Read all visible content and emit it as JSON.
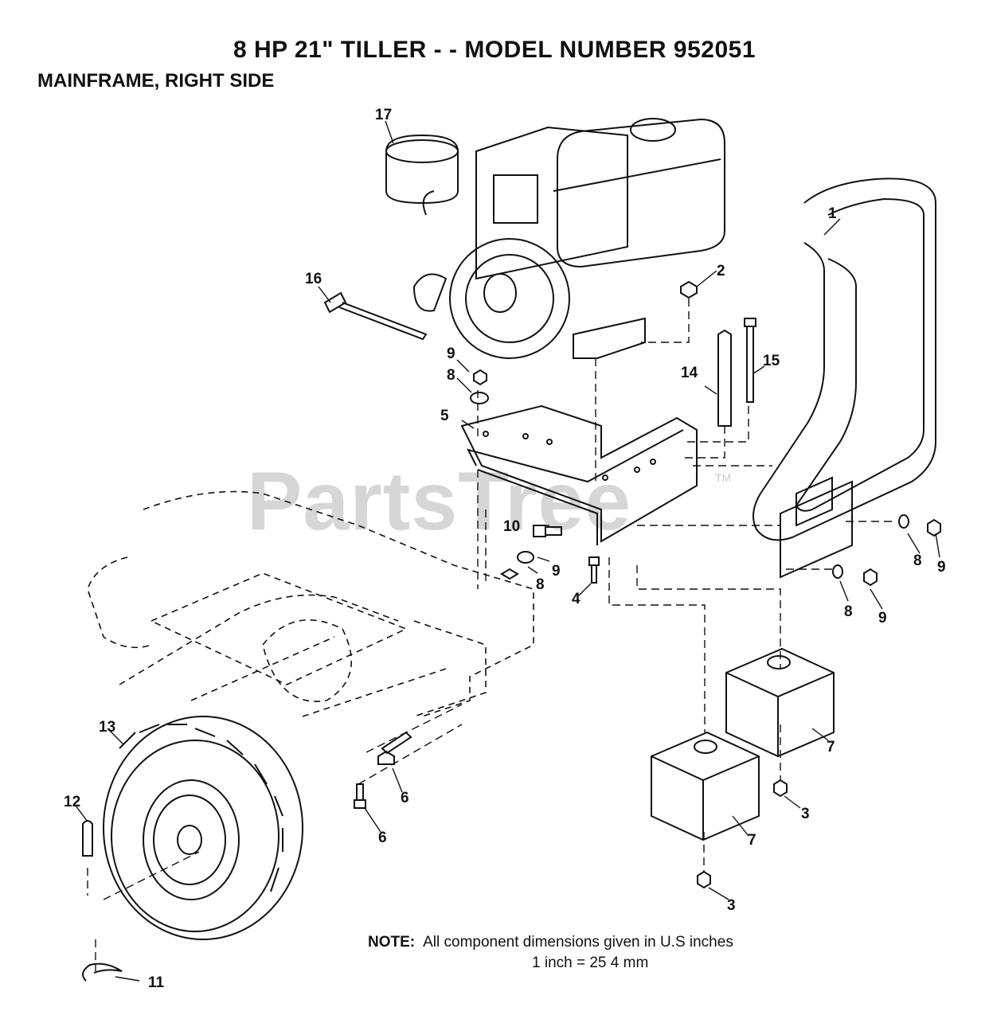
{
  "header": {
    "title": "8 HP 21\" TILLER - - MODEL NUMBER 952051",
    "subtitle": "MAINFRAME, RIGHT SIDE"
  },
  "watermark": {
    "text": "PartsTree",
    "tm": "TM"
  },
  "note": {
    "label": "NOTE:",
    "line1": "All component dimensions given in U.S inches",
    "line2": "1 inch = 25 4 mm"
  },
  "callouts": {
    "c1": "1",
    "c2": "2",
    "c3a": "3",
    "c3b": "3",
    "c4": "4",
    "c5": "5",
    "c6a": "6",
    "c6b": "6",
    "c7a": "7",
    "c7b": "7",
    "c8a": "8",
    "c8b": "8",
    "c8c": "8",
    "c8d": "8",
    "c9a": "9",
    "c9b": "9",
    "c9c": "9",
    "c9d": "9",
    "c10": "10",
    "c11": "11",
    "c12": "12",
    "c13": "13",
    "c14": "14",
    "c15": "15",
    "c16": "16",
    "c17": "17"
  }
}
